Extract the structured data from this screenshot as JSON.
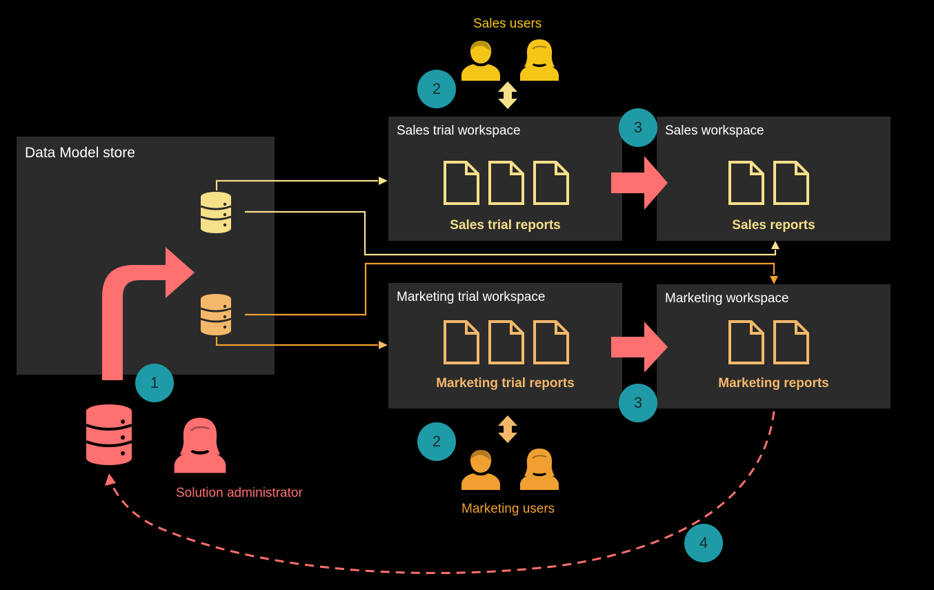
{
  "colors": {
    "background": "#000000",
    "panel": "#2b2b2b",
    "sales": "#f7e08a",
    "sales_user": "#f5c518",
    "marketing": "#f5b86a",
    "marketing_user": "#f0a030",
    "admin": "#ff7070",
    "badge": "#1e9ba6"
  },
  "data_model_store": {
    "title": "Data Model store"
  },
  "sales_trial": {
    "title": "Sales trial workspace",
    "reports_label": "Sales trial reports"
  },
  "sales": {
    "title": "Sales workspace",
    "reports_label": "Sales reports"
  },
  "marketing_trial": {
    "title": "Marketing trial workspace",
    "reports_label": "Marketing trial reports"
  },
  "marketing": {
    "title": "Marketing workspace",
    "reports_label": "Marketing reports"
  },
  "sales_users_label": "Sales users",
  "marketing_users_label": "Marketing users",
  "admin_label": "Solution administrator",
  "badges": [
    "1",
    "2",
    "3",
    "2",
    "3",
    "4"
  ]
}
